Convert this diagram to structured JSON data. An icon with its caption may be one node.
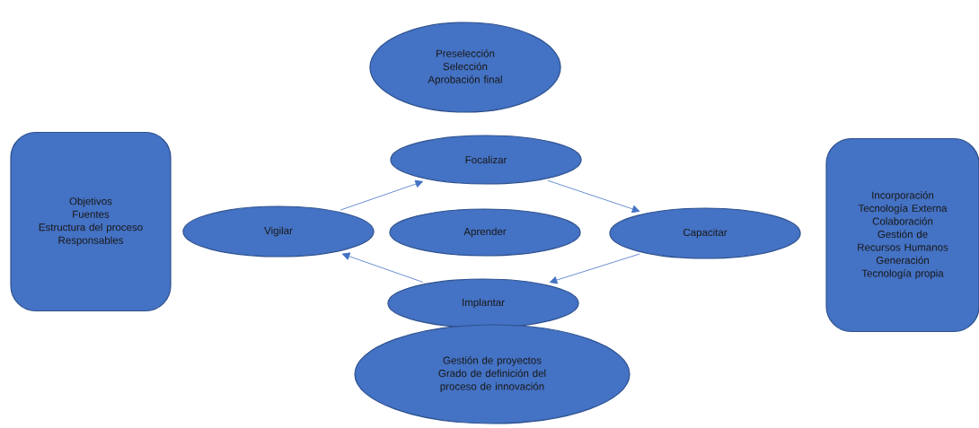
{
  "diagram": {
    "nodes": [
      {
        "text": [
          "Preselección",
          "Selección",
          "Aprobación final"
        ]
      },
      {
        "text": [
          "Objetivos",
          "Fuentes",
          "Estructura del proceso",
          "Responsables"
        ]
      },
      {
        "text": [
          "Focalizar"
        ]
      },
      {
        "text": [
          "Incorporación Tecnología Externa",
          "Colaboración",
          "Gestión de Recursos Humanos",
          "Generación Tecnología propia"
        ]
      },
      {
        "text": [
          "Vigilar"
        ]
      },
      {
        "text": [
          "Aprender"
        ]
      },
      {
        "text": [
          "Capacitar"
        ]
      },
      {
        "text": [
          "Implantar"
        ]
      },
      {
        "text": [
          "Gestión de proyectos",
          "Grado de definición del proceso de innovación"
        ]
      }
    ],
    "edges": [
      {
        "from": 4,
        "to": 2,
        "arrow": "to"
      },
      {
        "from": 2,
        "to": 6,
        "arrow": "to"
      },
      {
        "from": 6,
        "to": 7,
        "arrow": "to"
      },
      {
        "from": 7,
        "to": 4,
        "arrow": "to"
      }
    ]
  }
}
